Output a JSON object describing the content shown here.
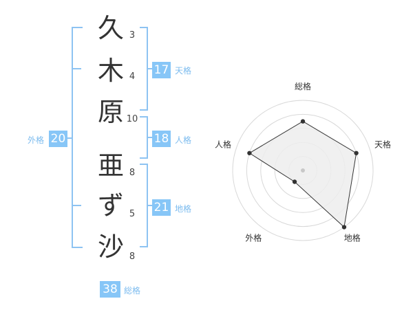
{
  "colors": {
    "accent": "#8dc3f2",
    "badge_bg": "#87c6f7",
    "label_text": "#7dbcef",
    "chart_fill": "#ededed",
    "chart_stroke": "#333333",
    "rings": "#d8d8d8"
  },
  "name": {
    "characters": [
      {
        "char": "久",
        "strokes": "3"
      },
      {
        "char": "木",
        "strokes": "4"
      },
      {
        "char": "原",
        "strokes": "10"
      },
      {
        "char": "亜",
        "strokes": "8"
      },
      {
        "char": "ず",
        "strokes": "5"
      },
      {
        "char": "沙",
        "strokes": "8"
      }
    ]
  },
  "fortunes": {
    "tenkaku": {
      "value": "17",
      "label": "天格"
    },
    "jinkaku": {
      "value": "18",
      "label": "人格"
    },
    "chikaku": {
      "value": "21",
      "label": "地格"
    },
    "gaikaku": {
      "value": "20",
      "label": "外格"
    },
    "soukaku": {
      "value": "38",
      "label": "総格"
    }
  },
  "chart_data": {
    "type": "radar",
    "axes": [
      "総格",
      "天格",
      "地格",
      "外格",
      "人格"
    ],
    "values": [
      3.5,
      4,
      5,
      1,
      4
    ],
    "max": 5,
    "rings": 5
  }
}
